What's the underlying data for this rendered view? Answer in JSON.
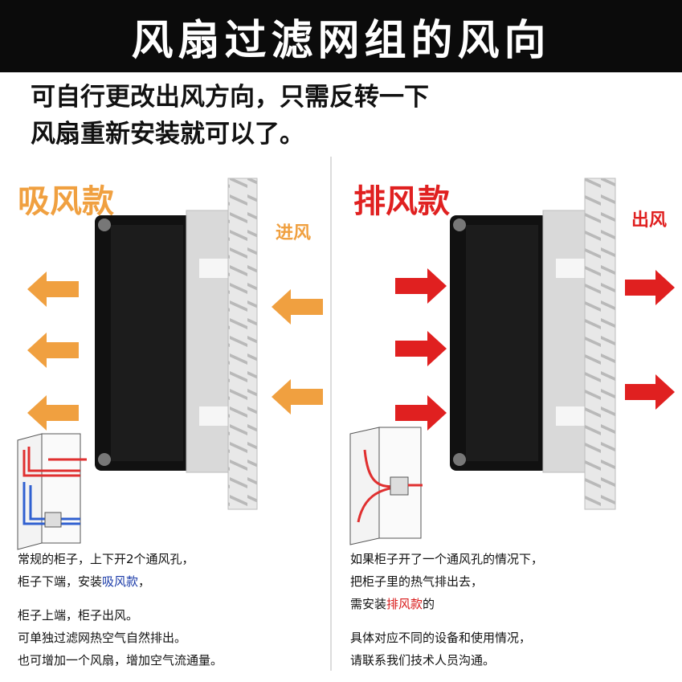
{
  "title": "风扇过滤网组的风向",
  "intro": {
    "line1": "可自行更改出风方向，只需反转一下",
    "line2": "风扇重新安装就可以了。"
  },
  "left": {
    "heading": "吸风款",
    "airflow_label": "进风",
    "desc": {
      "line1": "常规的柜子，上下开2个通风孔，",
      "line2_prefix": "柜子下端，安装",
      "line2_highlight": "吸风款",
      "line2_suffix": "，",
      "line3": "柜子上端，柜子出风。",
      "line4": "可单独过滤网热空气自然排出。",
      "line5": "也可增加一个风扇，增加空气流通量。"
    }
  },
  "right": {
    "heading": "排风款",
    "airflow_label": "出风",
    "desc": {
      "line1": "如果柜子开了一个通风孔的情况下，",
      "line2": "把柜子里的热气排出去，",
      "line3_prefix": "需安装",
      "line3_highlight": "排风款",
      "line3_suffix": "的",
      "line4": "具体对应不同的设备和使用情况，",
      "line5": "请联系我们技术人员沟通。"
    }
  },
  "colors": {
    "intake_arrow": "#f0a040",
    "exhaust_arrow": "#e02020",
    "highlight_blue": "#1a3aa8",
    "banner_bg": "#0b0b0b"
  }
}
